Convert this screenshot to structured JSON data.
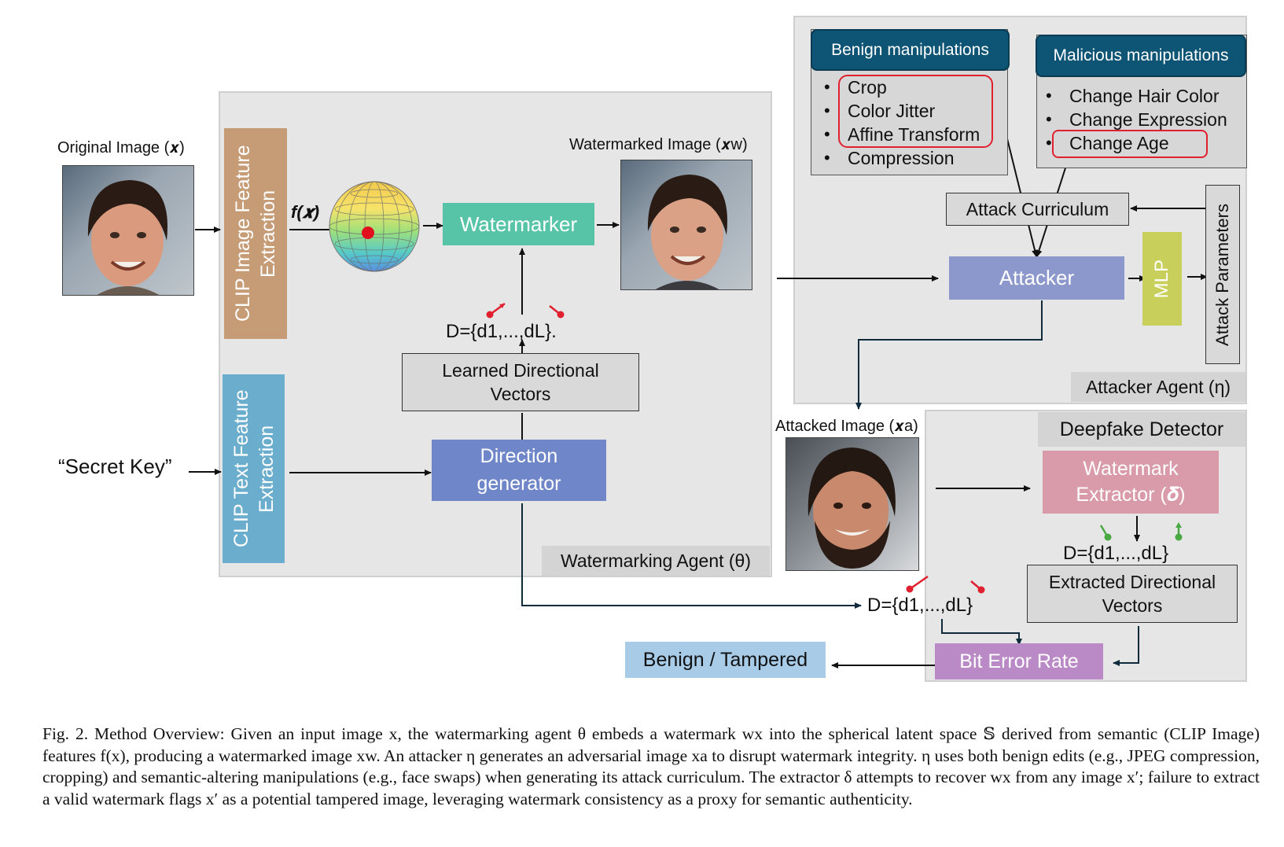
{
  "colors": {
    "panel_bg": "#e6e6e6",
    "clip_image": "#c69c77",
    "clip_text": "#6badcd",
    "watermarker": "#58c4a7",
    "direction_generator": "#6f86c9",
    "attacker": "#8c97cc",
    "mlp": "#c8cf5a",
    "watermark_extractor": "#d99aa9",
    "bit_error_rate": "#b98ac6",
    "benign_tampered": "#a8cbe8",
    "benign_header": "#0e5474",
    "highlight": "#e0202e",
    "arrow_red": "#e0202e",
    "arrow_green": "#49a841"
  },
  "images": {
    "original_label": "Original Image (𝒙)",
    "watermarked_label": "Watermarked Image (𝒙w)",
    "attacked_label": "Attacked Image (𝒙a)"
  },
  "watermarking": {
    "clip_image": "CLIP Image Feature Extraction",
    "fx": "f(𝒙)",
    "watermarker": "Watermarker",
    "d_set": "D={d1,...,dL}.",
    "learned_vectors": "Learned Directional Vectors",
    "direction_generator": "Direction generator",
    "clip_text": "CLIP Text Feature Extraction",
    "secret_key": "“Secret Key”",
    "agent_tag": "Watermarking Agent (θ)"
  },
  "attacker_agent": {
    "benign_header": "Benign manipulations",
    "benign_items": [
      "Crop",
      "Color Jitter",
      "Affine Transform",
      "Compression"
    ],
    "malicious_header": "Malicious manipulations",
    "malicious_items": [
      "Change Hair Color",
      "Change Expression",
      "Change Age"
    ],
    "attack_curriculum": "Attack Curriculum",
    "attacker": "Attacker",
    "mlp": "MLP",
    "attack_parameters": "Attack Parameters",
    "agent_tag": "Attacker Agent (η)"
  },
  "detector": {
    "tag": "Deepfake Detector",
    "extractor": "Watermark Extractor (𝜹)",
    "d_set_extracted": "D={d1,...,dL}",
    "extracted_vectors": "Extracted Directional Vectors",
    "d_set_reference": "D={d1,...,dL}",
    "bit_error_rate": "Bit Error Rate",
    "output": "Benign / Tampered"
  },
  "caption": "Fig. 2.   Method Overview: Given an input image x, the watermarking agent θ embeds a watermark wx into the spherical latent space 𝕊 derived from semantic (CLIP Image) features f(x), producing a watermarked image xw. An attacker η generates an adversarial image xa to disrupt watermark integrity. η uses both benign edits (e.g., JPEG compression, cropping) and semantic-altering manipulations (e.g., face swaps) when generating its attack curriculum. The extractor δ attempts to recover wx from any image x′; failure to extract a valid watermark flags x′ as a potential tampered image, leveraging watermark consistency as a proxy for semantic authenticity."
}
